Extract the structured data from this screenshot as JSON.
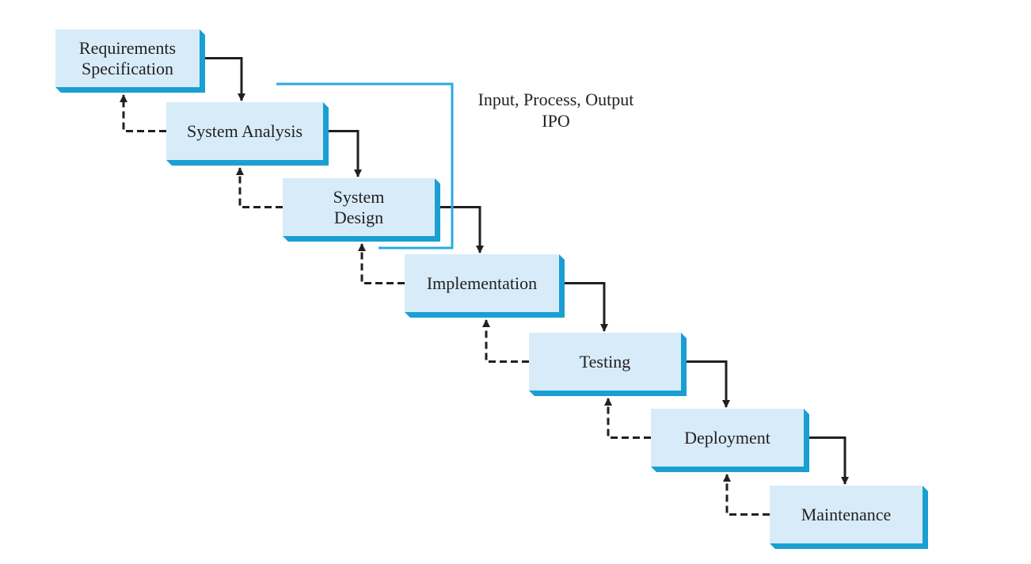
{
  "colors": {
    "box_face": "#d7ecf8",
    "box_shadow": "#1a9fd3",
    "arrow": "#231f20",
    "bracket": "#29aae1",
    "text": "#231f20"
  },
  "stages": [
    {
      "label": "Requirements\nSpecification"
    },
    {
      "label": "System Analysis"
    },
    {
      "label": "System\nDesign"
    },
    {
      "label": "Implementation"
    },
    {
      "label": "Testing"
    },
    {
      "label": "Deployment"
    },
    {
      "label": "Maintenance"
    }
  ],
  "ipo_note": {
    "line1": "Input, Process, Output",
    "line2": "IPO"
  }
}
